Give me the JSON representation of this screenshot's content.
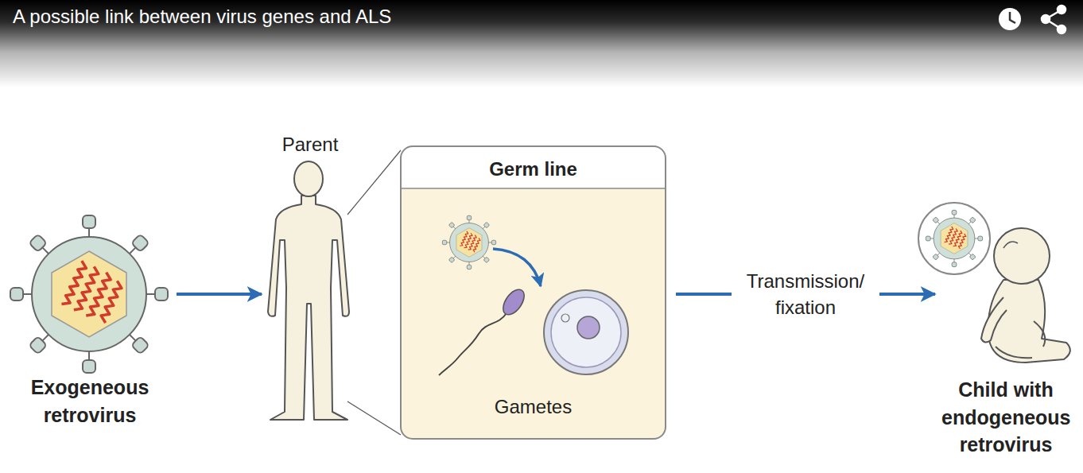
{
  "diagram": {
    "title": "A possible link between virus genes and ALS",
    "nodes": [
      {
        "text": [
          "Exogeneous retrovirus"
        ]
      },
      {
        "text": [
          "Parent"
        ]
      },
      {
        "text": [
          "Germ line",
          "Gametes"
        ]
      },
      {
        "text": [
          "Child with endogeneous retrovirus"
        ]
      }
    ],
    "edges": [
      {
        "from": 0,
        "to": 1,
        "arrow": "to"
      },
      {
        "from": 1,
        "to": 2,
        "arrow": "none"
      },
      {
        "from": 2,
        "to": 3,
        "label": "Transmission/ fixation",
        "arrow": "to"
      }
    ]
  }
}
